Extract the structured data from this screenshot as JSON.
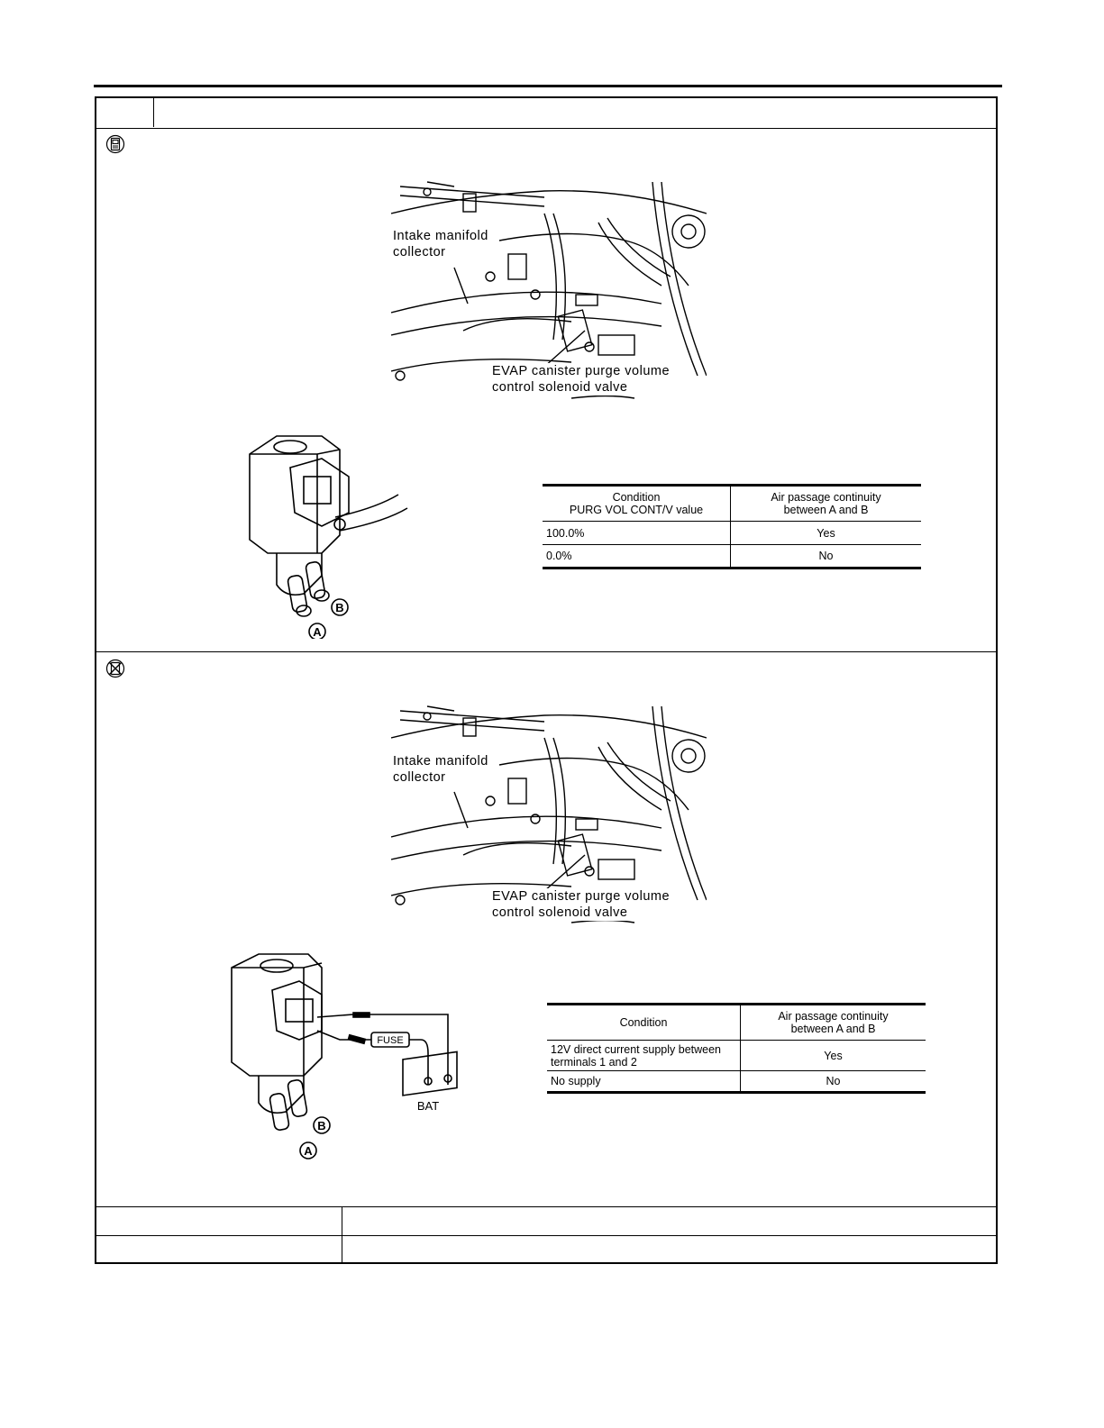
{
  "section1": {
    "mode_icon": "consult-monitor-icon",
    "photo": {
      "label_collector": "Intake manifold\ncollector",
      "label_valve": "EVAP canister purge volume\ncontrol solenoid valve"
    },
    "valve": {
      "port_a": "A",
      "port_b": "B"
    },
    "table": {
      "header_condition": "Condition\nPURG VOL CONT/V value",
      "header_continuity": "Air passage continuity\nbetween A and B",
      "rows": [
        {
          "condition": "100.0%",
          "continuity": "Yes"
        },
        {
          "condition": "0.0%",
          "continuity": "No"
        }
      ]
    }
  },
  "section2": {
    "mode_icon": "without-consult-icon",
    "photo": {
      "label_collector": "Intake manifold\ncollector",
      "label_valve": "EVAP canister purge volume\ncontrol solenoid valve"
    },
    "circuit": {
      "fuse_label": "FUSE",
      "battery_label": "BAT",
      "port_a": "A",
      "port_b": "B"
    },
    "table": {
      "header_condition": "Condition",
      "header_continuity": "Air passage continuity\nbetween A and B",
      "rows": [
        {
          "condition": "12V direct current supply between\nterminals 1 and 2",
          "continuity": "Yes"
        },
        {
          "condition": "No supply",
          "continuity": "No"
        }
      ]
    }
  }
}
